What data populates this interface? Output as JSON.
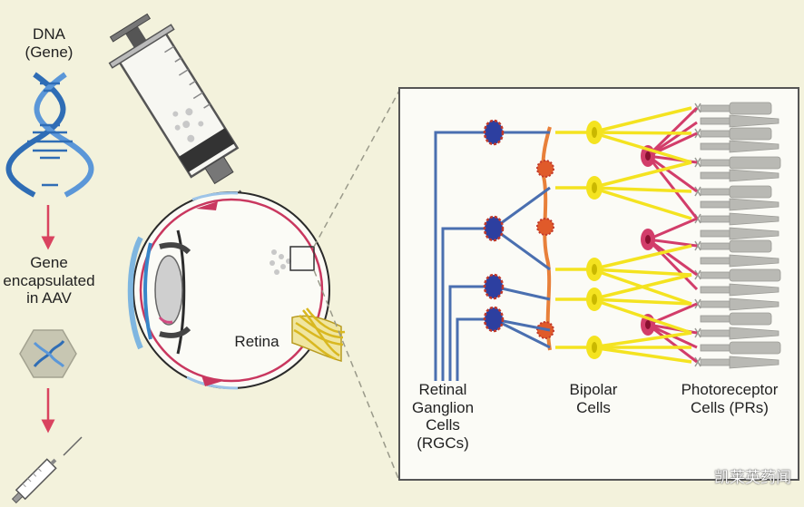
{
  "left_column": {
    "dna_label": "DNA",
    "gene_label": "(Gene)",
    "encapsulated_line1": "Gene",
    "encapsulated_line2": "encapsulated",
    "encapsulated_line3": "in AAV"
  },
  "eye": {
    "retina_label": "Retina"
  },
  "panel": {
    "rgc_line1": "Retinal",
    "rgc_line2": "Ganglion",
    "rgc_line3": "Cells",
    "rgc_line4": "(RGCs)",
    "bipolar_line1": "Bipolar",
    "bipolar_line2": "Cells",
    "pr_line1": "Photoreceptor",
    "pr_line2": "Cells (PRs)"
  },
  "watermark": "凯莱英药闻",
  "colors": {
    "background": "#f3f2dc",
    "arrow": "#d9435f",
    "dna": "#2f6db5",
    "rgc_axon": "#4a6fb0",
    "bipolar": "#f4e320",
    "photoreceptor": "#b9b9b4",
    "horizontal": "#d23d6a",
    "amacrine": "#e8803a"
  }
}
